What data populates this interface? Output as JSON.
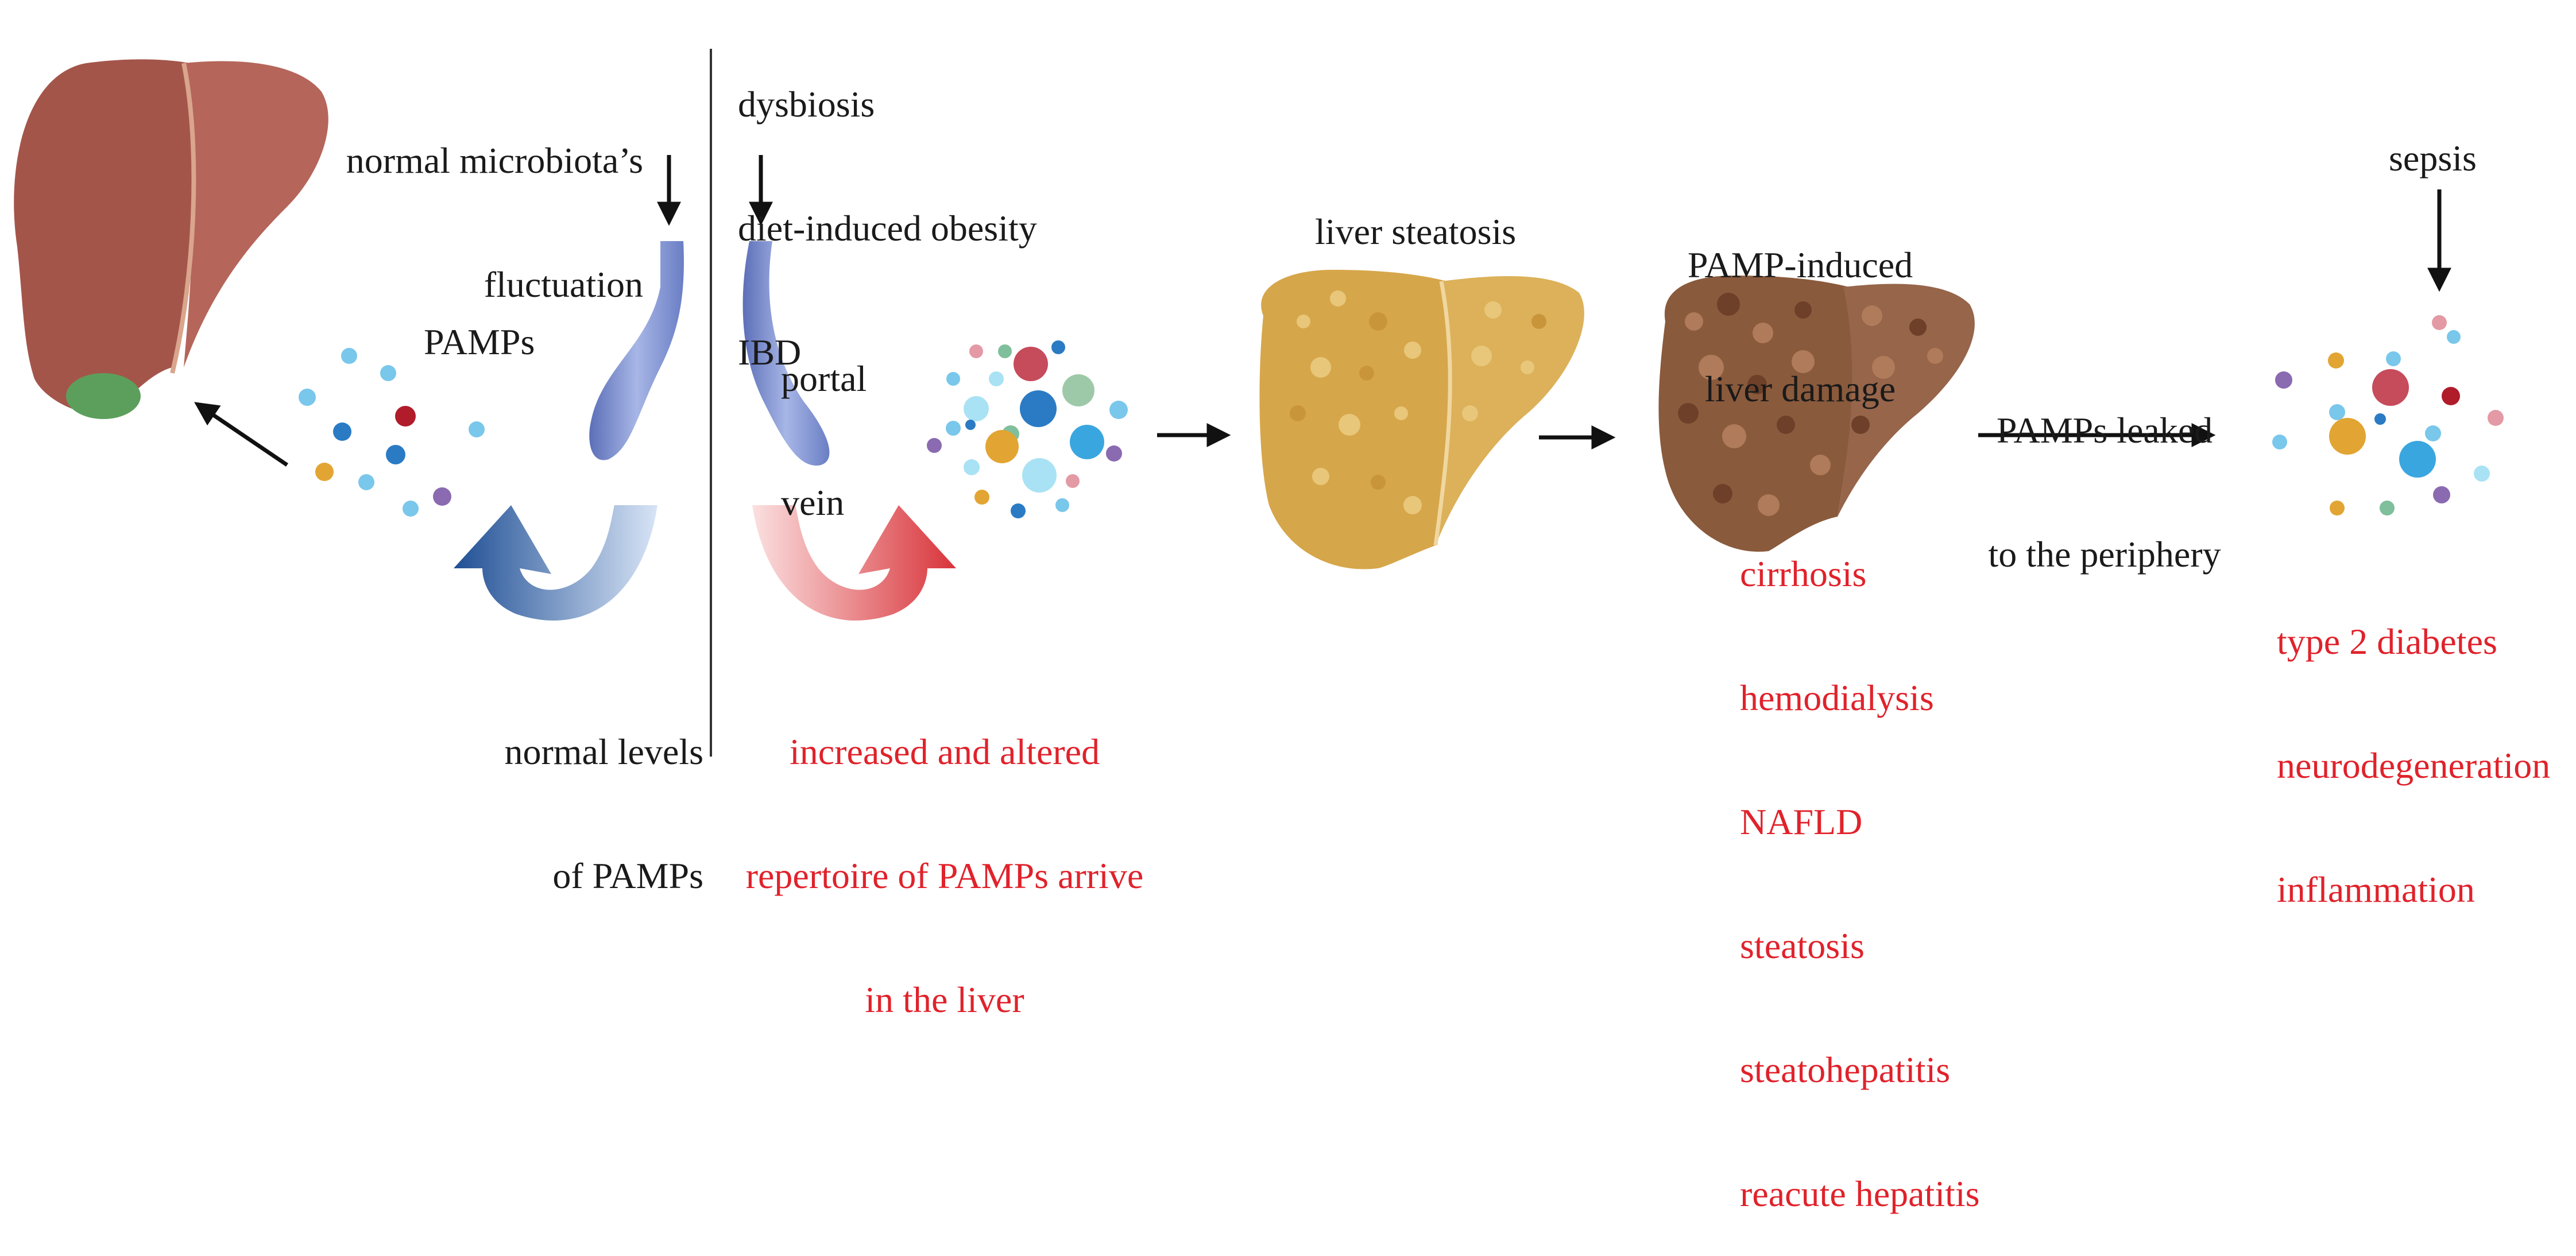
{
  "labels": {
    "normal_microbiota": [
      "normal microbiota’s",
      "fluctuation"
    ],
    "dysbiosis_list": [
      "dysbiosis",
      "diet-induced obesity",
      "IBD"
    ],
    "pamps": "PAMPs",
    "portal_vein": [
      "portal",
      "vein"
    ],
    "normal_levels": [
      "normal levels",
      "of PAMPs"
    ],
    "increased_repertoire": [
      "increased and altered",
      "repertoire of PAMPs arrive",
      "in the liver"
    ],
    "liver_steatosis": "liver steatosis",
    "pamp_damage": [
      "PAMP-induced",
      "liver damage"
    ],
    "pamps_leaked": [
      "PAMPs leaked",
      "to the periphery"
    ],
    "sepsis": "sepsis",
    "liver_conditions": [
      "cirrhosis",
      "hemodialysis",
      "NAFLD",
      "steatosis",
      "steatohepatitis",
      "reacute hepatitis"
    ],
    "systemic_conditions": [
      "type 2 diabetes",
      "neurodegeneration",
      "inflammation"
    ]
  },
  "colors": {
    "text": "#1a1a1a",
    "red_text": "#e0222b",
    "healthy_liver": "#a4554a",
    "steatotic_liver": "#d6a64a",
    "damaged_liver": "#8a5a3c",
    "vein": "#7f93d2",
    "blue_arrow": "#2f63a6",
    "red_arrow": "#d8343a"
  },
  "icons": [
    "healthy-liver-icon",
    "portal-vein-icon",
    "steatotic-liver-icon",
    "damaged-liver-icon",
    "pamp-particles-icon",
    "curved-arrow-icon",
    "arrow-icon"
  ]
}
